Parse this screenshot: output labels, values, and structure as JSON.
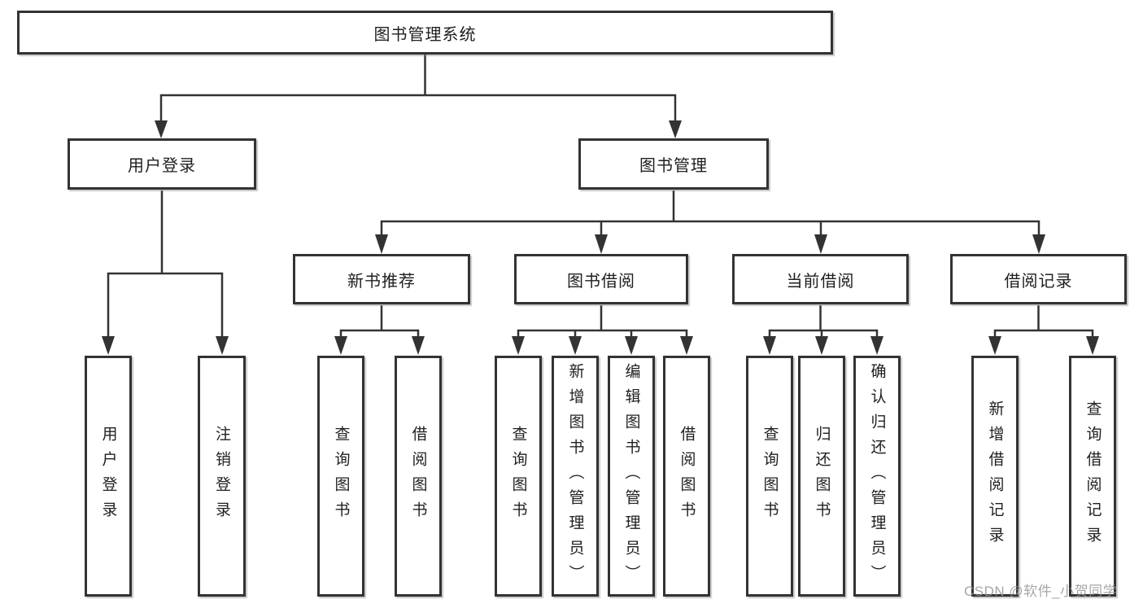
{
  "page": {
    "watermark": "CSDN @软件_小贺同学"
  },
  "tree": {
    "root": {
      "label": "图书管理系统"
    },
    "children": [
      {
        "label": "用户登录",
        "children": [
          {
            "label": "用户登录"
          },
          {
            "label": "注销登录"
          }
        ]
      },
      {
        "label": "图书管理",
        "children": [
          {
            "label": "新书推荐",
            "children": [
              {
                "label": "查询图书"
              },
              {
                "label": "借阅图书"
              }
            ]
          },
          {
            "label": "图书借阅",
            "children": [
              {
                "label": "查询图书"
              },
              {
                "label": "新增图书（管理员）"
              },
              {
                "label": "编辑图书（管理员）"
              },
              {
                "label": "借阅图书"
              }
            ]
          },
          {
            "label": "当前借阅",
            "children": [
              {
                "label": "查询图书"
              },
              {
                "label": "归还图书"
              },
              {
                "label": "确认归还（管理员）"
              }
            ]
          },
          {
            "label": "借阅记录",
            "children": [
              {
                "label": "新增借阅记录"
              },
              {
                "label": "查询借阅记录"
              }
            ]
          }
        ]
      }
    ]
  },
  "colors": {
    "line": "#333333",
    "box_border": "#333333",
    "box_fill": "#ffffff",
    "text": "#1f1f1f",
    "watermark": "#969696",
    "background": "#ffffff"
  }
}
